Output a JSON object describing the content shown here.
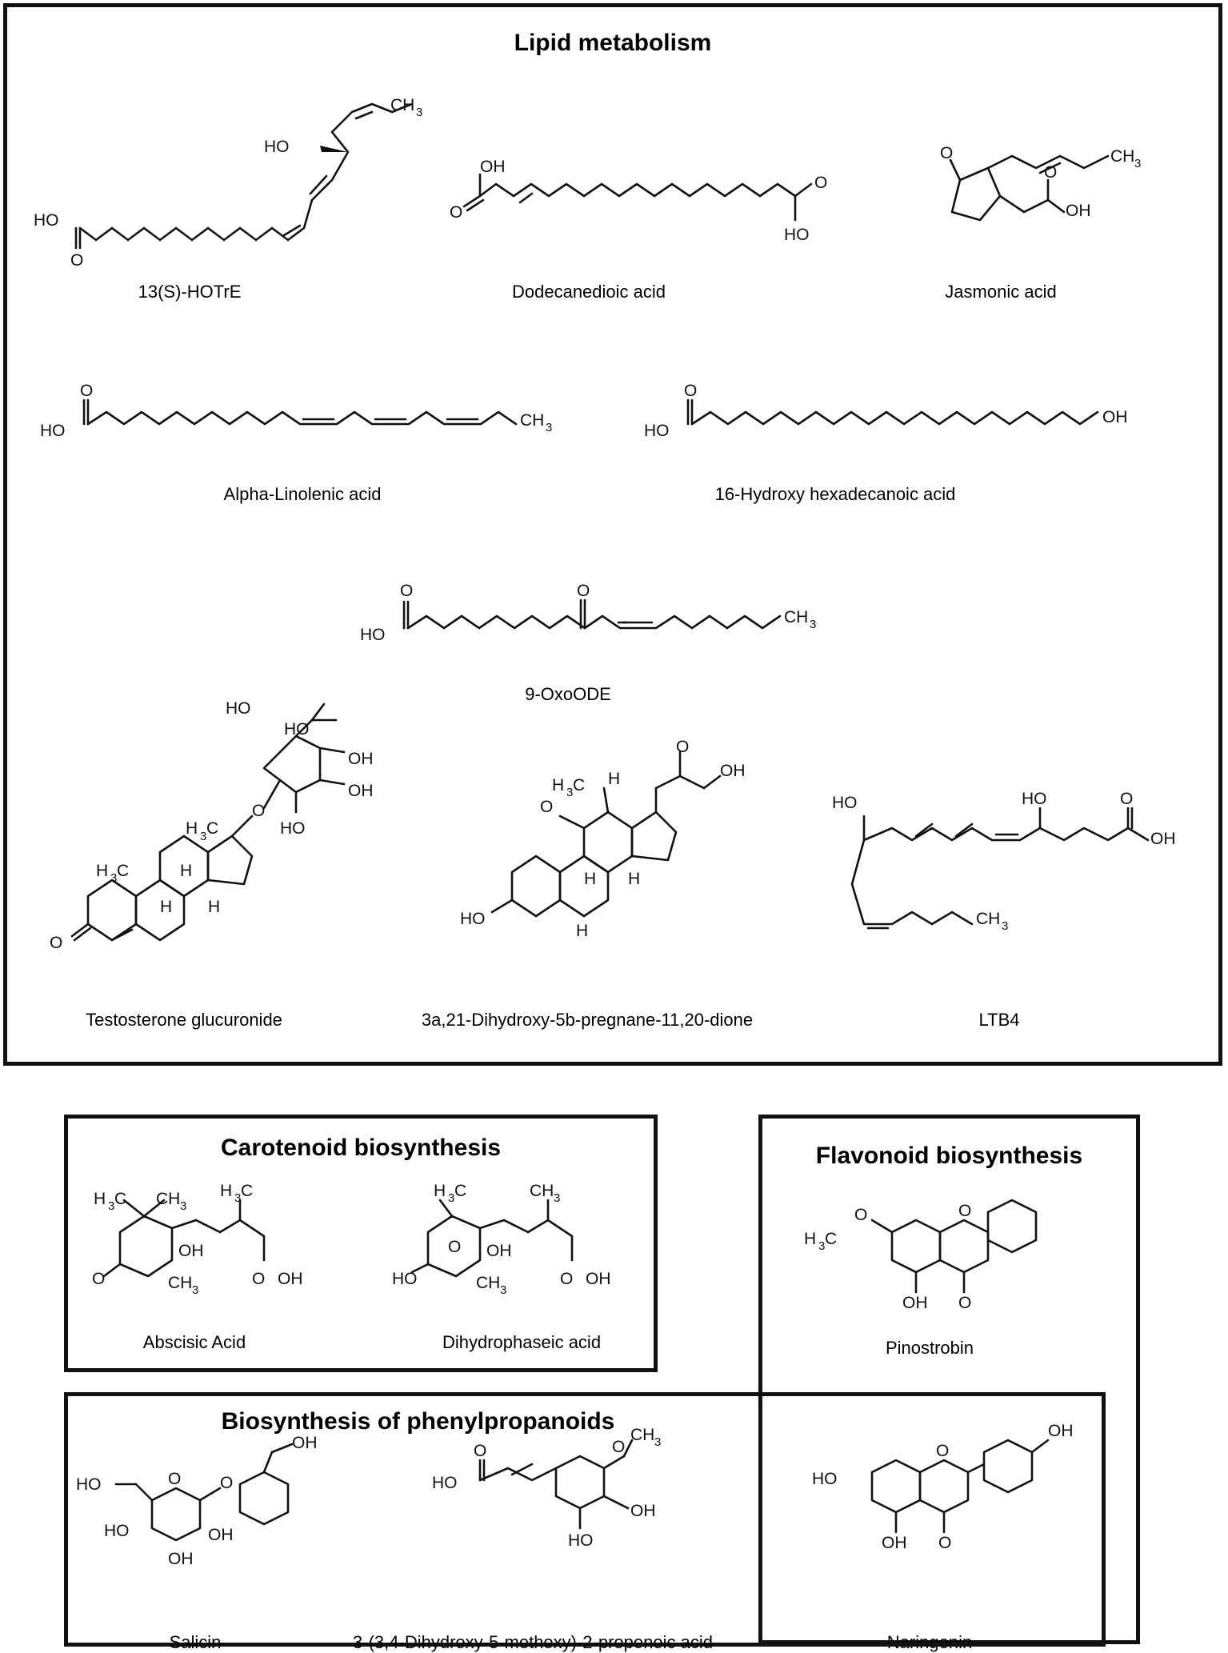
{
  "panels": {
    "lipid": {
      "title": "Lipid metabolism",
      "compounds": [
        "13(S)-HOTrE",
        "Dodecanedioic acid",
        "Jasmonic acid",
        "Alpha-Linolenic acid",
        "16-Hydroxy hexadecanoic acid",
        "9-OxoODE",
        "Testosterone glucuronide",
        "3a,21-Dihydroxy-5b-pregnane-11,20-dione",
        "LTB4"
      ]
    },
    "carotenoid": {
      "title": "Carotenoid biosynthesis",
      "compounds": [
        "Abscisic Acid",
        "Dihydrophaseic acid"
      ]
    },
    "flavonoid": {
      "title": "Flavonoid biosynthesis",
      "compounds": [
        "Pinostrobin",
        "Naringenin"
      ]
    },
    "phenylpropanoid": {
      "title": "Biosynthesis of phenylpropanoids",
      "compounds": [
        "Salicin",
        "3-(3,4-Dihydroxy-5-methoxy)-2-propenoic acid"
      ]
    }
  },
  "atom_labels": {
    "HO": "HO",
    "OH": "OH",
    "O": "O",
    "H": "H",
    "CH": "CH",
    "H3C": "H",
    "sub3": "3",
    "C": "C"
  }
}
